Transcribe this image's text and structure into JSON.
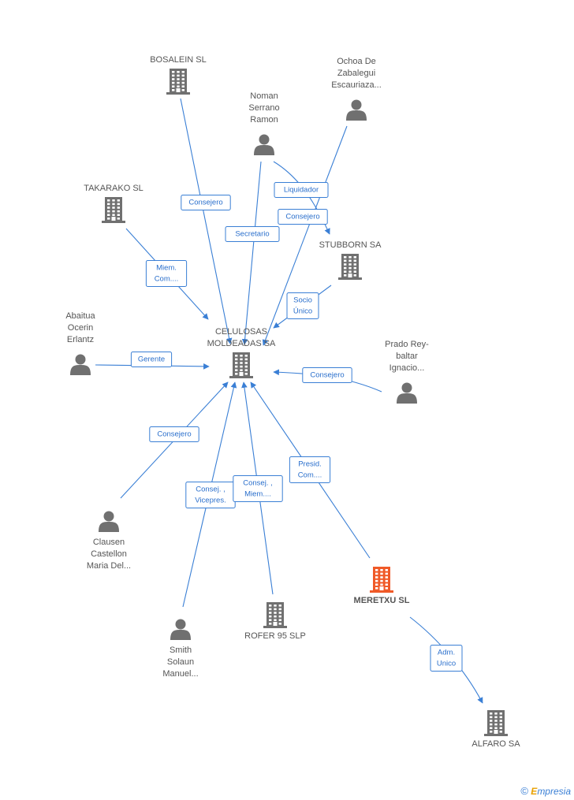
{
  "nodes": [
    {
      "id": "celulosas",
      "type": "company",
      "lines": [
        "CELULOSAS",
        "MOLDEADAS SA"
      ],
      "color": "#707070",
      "main": false
    },
    {
      "id": "bosalein",
      "type": "company",
      "lines": [
        "BOSALEIN  SL"
      ],
      "color": "#707070"
    },
    {
      "id": "ochoa",
      "type": "person",
      "lines": [
        "Ochoa De",
        "Zabalegui",
        "Escauriaza..."
      ],
      "color": "#707070"
    },
    {
      "id": "noman",
      "type": "person",
      "lines": [
        "Noman",
        "Serrano",
        "Ramon"
      ],
      "color": "#707070"
    },
    {
      "id": "takarako",
      "type": "company",
      "lines": [
        "TAKARAKO SL"
      ],
      "color": "#707070"
    },
    {
      "id": "stubborn",
      "type": "company",
      "lines": [
        "STUBBORN SA"
      ],
      "color": "#707070"
    },
    {
      "id": "abaitua",
      "type": "person",
      "lines": [
        "Abaitua",
        "Ocerin",
        "Erlantz"
      ],
      "color": "#707070"
    },
    {
      "id": "prado",
      "type": "person",
      "lines": [
        "Prado Rey-",
        "baltar",
        "Ignacio..."
      ],
      "color": "#707070"
    },
    {
      "id": "clausen",
      "type": "person",
      "lines": [
        "Clausen",
        "Castellon",
        "Maria Del..."
      ],
      "color": "#707070"
    },
    {
      "id": "smith",
      "type": "person",
      "lines": [
        "Smith",
        "Solaun",
        "Manuel..."
      ],
      "color": "#707070"
    },
    {
      "id": "rofer",
      "type": "company",
      "lines": [
        "ROFER 95 SLP"
      ],
      "color": "#707070"
    },
    {
      "id": "meretxu",
      "type": "company",
      "lines": [
        "MERETXU SL"
      ],
      "color": "#f05a28",
      "main": true
    },
    {
      "id": "alfaro",
      "type": "company",
      "lines": [
        "ALFARO SA"
      ],
      "color": "#707070"
    }
  ],
  "edges": [
    {
      "from": "bosalein",
      "to": "celulosas",
      "label": [
        "Consejero"
      ]
    },
    {
      "from": "noman",
      "to": "celulosas",
      "label": [
        "Secretario"
      ]
    },
    {
      "from": "noman",
      "to": "stubborn",
      "label": [
        "Liquidador"
      ]
    },
    {
      "from": "ochoa",
      "to": "celulosas",
      "label": [
        "Consejero"
      ]
    },
    {
      "from": "takarako",
      "to": "celulosas",
      "label": [
        "Miem.",
        "Com...."
      ]
    },
    {
      "from": "stubborn",
      "to": "celulosas",
      "label": [
        "Socio",
        "Único"
      ]
    },
    {
      "from": "abaitua",
      "to": "celulosas",
      "label": [
        "Gerente"
      ]
    },
    {
      "from": "prado",
      "to": "celulosas",
      "label": [
        "Consejero"
      ]
    },
    {
      "from": "clausen",
      "to": "celulosas",
      "label": [
        "Consejero"
      ]
    },
    {
      "from": "smith",
      "to": "celulosas",
      "label": [
        "Consej. ,",
        "Vicepres."
      ]
    },
    {
      "from": "rofer",
      "to": "celulosas",
      "label": [
        "Consej. ,",
        "Miem...."
      ]
    },
    {
      "from": "meretxu",
      "to": "celulosas",
      "label": [
        "Presid.",
        "Com...."
      ]
    },
    {
      "from": "meretxu",
      "to": "alfaro",
      "label": [
        "Adm.",
        "Unico"
      ]
    }
  ],
  "brand": {
    "copyright": "©",
    "e": "E",
    "rest": "mpresia"
  }
}
